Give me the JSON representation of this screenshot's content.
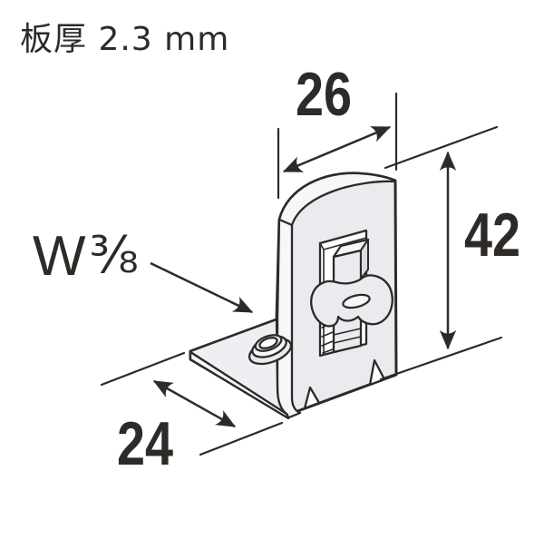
{
  "colors": {
    "line": "#2d2a27",
    "fill-main": "#e9ebee",
    "fill-light": "#f6f7f9",
    "fill-mid": "#edeff2",
    "fill-dark": "#d8dbdf",
    "paper": "#ffffff"
  },
  "annotations": {
    "plate_thickness_label": "板厚 2.3 mm",
    "width_label": "26",
    "height_label": "42",
    "depth_label": "24",
    "thread_size": {
      "prefix": "W",
      "fraction": "⅜"
    }
  }
}
